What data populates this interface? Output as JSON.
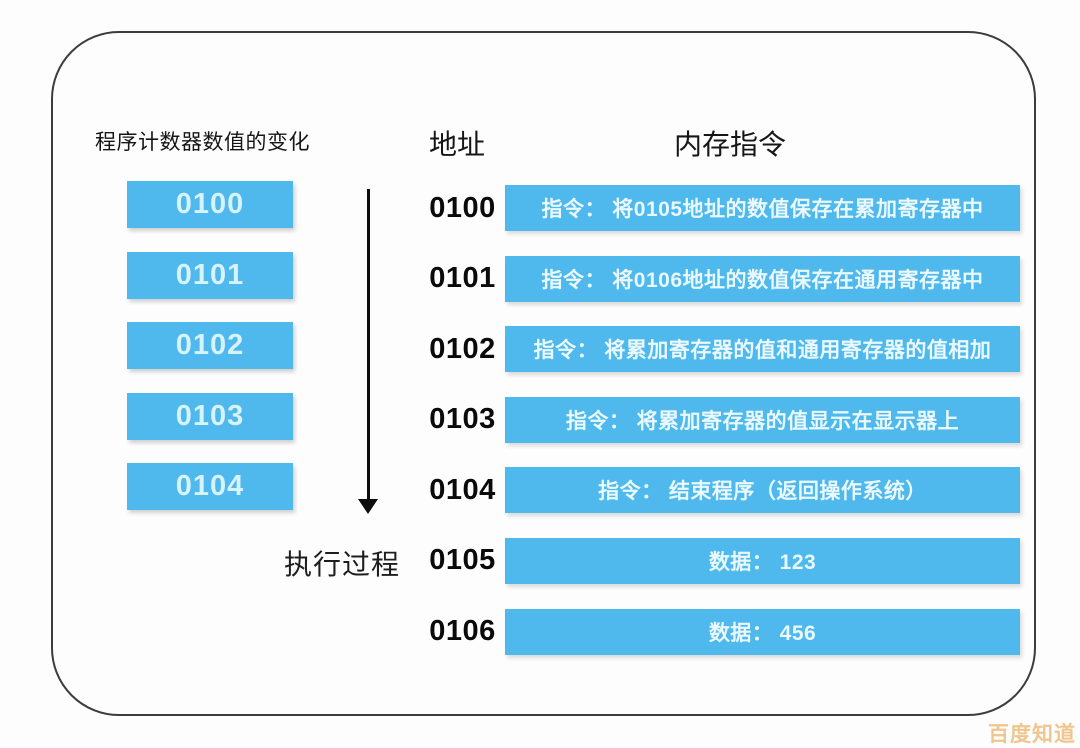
{
  "colors": {
    "box_blue": "#4fb8ec",
    "pc_box_text": "#d7f3fd",
    "cell_text": "#e9f9fe",
    "frame_border": "#3c3c3c",
    "watermark_color": "#efc68e"
  },
  "left_panel": {
    "title": "程序计数器数值的变化",
    "pc_values": [
      "0100",
      "0101",
      "0102",
      "0103",
      "0104"
    ],
    "arrow_label": "执行过程"
  },
  "memory_table": {
    "address_header": "地址",
    "instruction_header": "内存指令",
    "rows": [
      {
        "address": "0100",
        "content": "指令： 将0105地址的数值保存在累加寄存器中"
      },
      {
        "address": "0101",
        "content": "指令： 将0106地址的数值保存在通用寄存器中"
      },
      {
        "address": "0102",
        "content": "指令： 将累加寄存器的值和通用寄存器的值相加"
      },
      {
        "address": "0103",
        "content": "指令： 将累加寄存器的值显示在显示器上"
      },
      {
        "address": "0104",
        "content": "指令： 结束程序（返回操作系统）"
      },
      {
        "address": "0105",
        "content": "数据： 123"
      },
      {
        "address": "0106",
        "content": "数据： 456"
      }
    ]
  },
  "watermark": "百度知道"
}
